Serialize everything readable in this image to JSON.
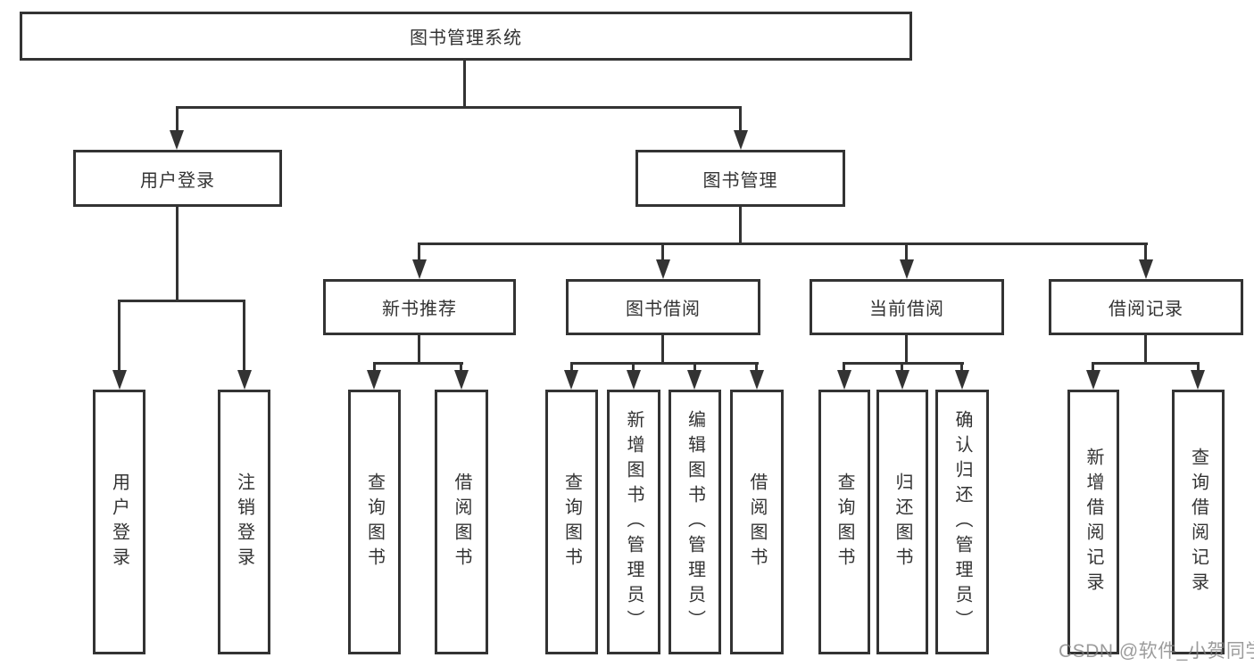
{
  "tree": {
    "label": "图书管理系统",
    "children": [
      {
        "label": "用户登录",
        "children": [
          {
            "label": "用户登录"
          },
          {
            "label": "注销登录"
          }
        ]
      },
      {
        "label": "图书管理",
        "children": [
          {
            "label": "新书推荐",
            "children": [
              {
                "label": "查询图书"
              },
              {
                "label": "借阅图书"
              }
            ]
          },
          {
            "label": "图书借阅",
            "children": [
              {
                "label": "查询图书"
              },
              {
                "label": "新增图书（管理员）"
              },
              {
                "label": "编辑图书（管理员）"
              },
              {
                "label": "借阅图书"
              }
            ]
          },
          {
            "label": "当前借阅",
            "children": [
              {
                "label": "查询图书"
              },
              {
                "label": "归还图书"
              },
              {
                "label": "确认归还（管理员）"
              }
            ]
          },
          {
            "label": "借阅记录",
            "children": [
              {
                "label": "新增借阅记录"
              },
              {
                "label": "查询借阅记录"
              }
            ]
          }
        ]
      }
    ]
  },
  "watermark": {
    "text": "CSDN @软件_小贺同学"
  },
  "colors": {
    "line": "#333333",
    "border": "#333333",
    "text": "#333333",
    "background": "#ffffff",
    "watermark": "rgba(128,128,128,0.78)"
  }
}
